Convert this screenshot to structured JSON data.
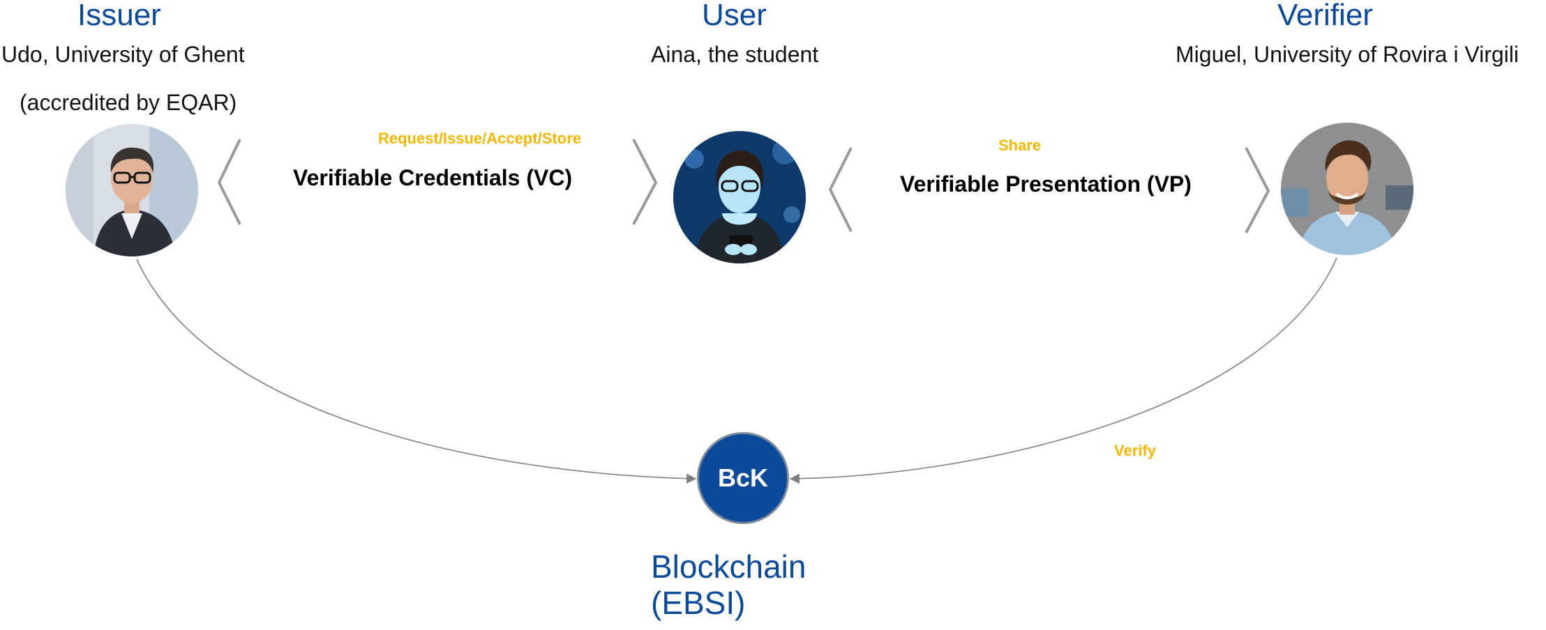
{
  "issuer": {
    "role": "Issuer",
    "name": "Udo, University of Ghent",
    "note": "(accredited by EQAR)"
  },
  "user": {
    "role": "User",
    "name": "Aina, the student"
  },
  "verifier": {
    "role": "Verifier",
    "name": "Miguel, University of Rovira i Virgili"
  },
  "flows": {
    "vc_action": "Request/Issue/Accept/Store",
    "vc_label": "Verifiable Credentials (VC)",
    "vp_action": "Share",
    "vp_label": "Verifiable Presentation (VP)",
    "verify_action": "Verify"
  },
  "blockchain": {
    "node_label": "BcK",
    "title_line1": "Blockchain",
    "title_line2": "(EBSI)"
  },
  "colors": {
    "title_blue": "#0b4a9a",
    "action_yellow": "#f5b800",
    "connector_gray": "#808080"
  }
}
